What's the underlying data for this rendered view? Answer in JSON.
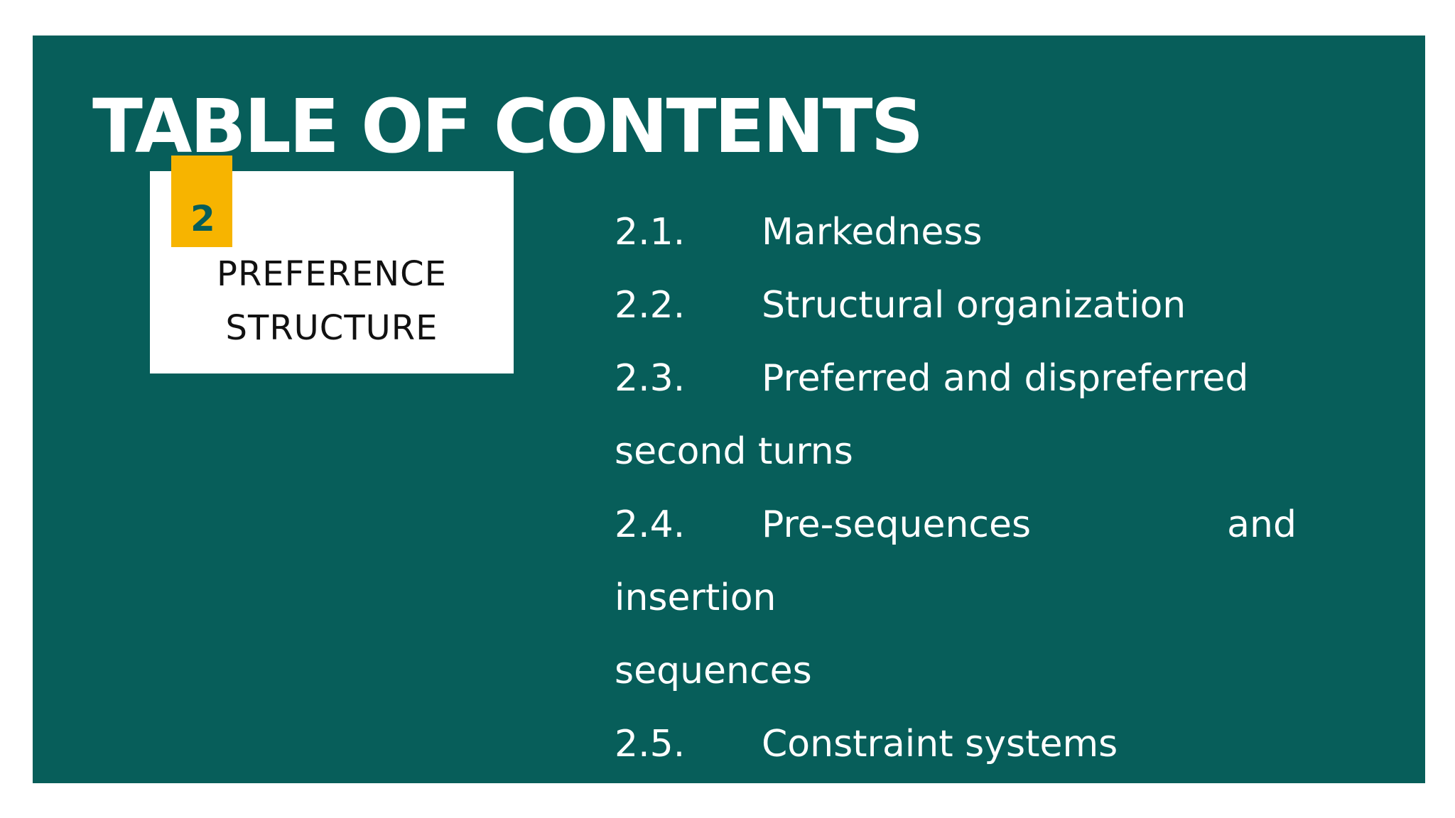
{
  "slide": {
    "title": "TABLE OF CONTENTS",
    "colors": {
      "panel": "#075e5a",
      "accent": "#f7b400",
      "card": "#ffffff",
      "text_light": "#ffffff",
      "text_dark": "#111111"
    }
  },
  "section": {
    "number": "2",
    "label_line1": "PREFERENCE",
    "label_line2": "STRUCTURE"
  },
  "toc": {
    "item1": {
      "number": "2.1.",
      "text": "Markedness"
    },
    "item2": {
      "number": "2.2.",
      "text": "Structural organization"
    },
    "item3": {
      "number": "2.3.",
      "text": "Preferred and dispreferred",
      "continuation": "second turns"
    },
    "item4": {
      "number": "2.4.",
      "text": "Pre-sequences",
      "text_right": "and",
      "continuation1": "insertion",
      "continuation2": "sequences"
    },
    "item5": {
      "number": "2.5.",
      "text": "Constraint systems"
    }
  }
}
